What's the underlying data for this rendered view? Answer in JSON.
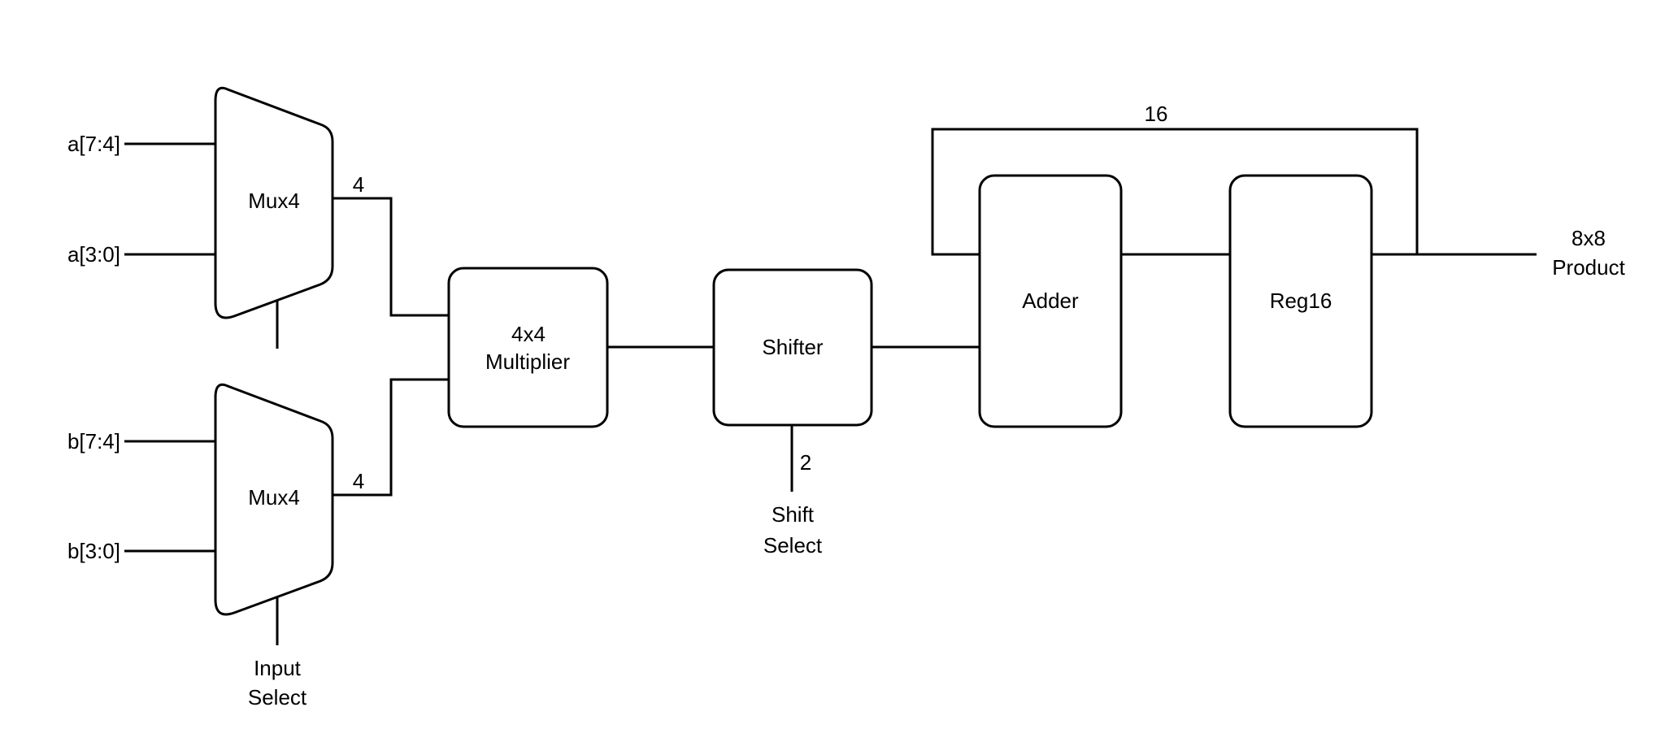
{
  "diagram": {
    "type": "block-diagram",
    "blocks": {
      "mux_a": {
        "label": "Mux4"
      },
      "mux_b": {
        "label": "Mux4"
      },
      "multiplier": {
        "lines": [
          "4x4",
          "Multiplier"
        ]
      },
      "shifter": {
        "label": "Shifter"
      },
      "adder": {
        "label": "Adder"
      },
      "reg16": {
        "label": "Reg16"
      }
    },
    "ports": {
      "a_high": "a[7:4]",
      "a_low": "a[3:0]",
      "b_high": "b[7:4]",
      "b_low": "b[3:0]"
    },
    "bus_widths": {
      "mux_a_out": "4",
      "mux_b_out": "4",
      "shift_select": "2",
      "feedback": "16"
    },
    "control_signals": {
      "input_select": [
        "Input",
        "Select"
      ],
      "shift_select": [
        "Shift",
        "Select"
      ]
    },
    "output_label": [
      "8x8",
      "Product"
    ],
    "colors": {
      "line": "#000000",
      "shape_fill": "#ffffff",
      "text": "#000000",
      "background": "#ffffff"
    }
  }
}
